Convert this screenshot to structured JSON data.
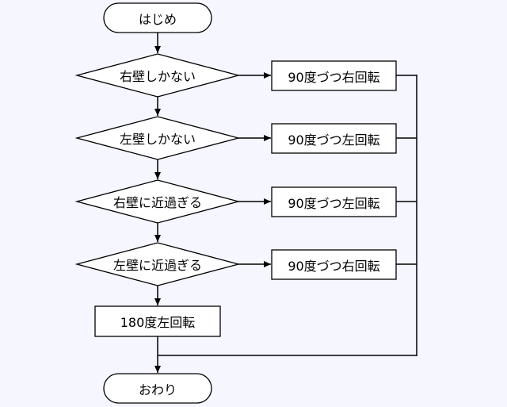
{
  "start": "はじめ",
  "end": "おわり",
  "decisions": [
    "右壁しかない",
    "左壁しかない",
    "右壁に近過ぎる",
    "左壁に近過ぎる"
  ],
  "actions": [
    "90度づつ右回転",
    "90度づつ左回転",
    "90度づつ左回転",
    "90度づつ右回転"
  ],
  "default_action": "180度左回転",
  "colors": {
    "background": "#f5f6ff",
    "node_fill": "#ffffff",
    "stroke": "#000000"
  }
}
